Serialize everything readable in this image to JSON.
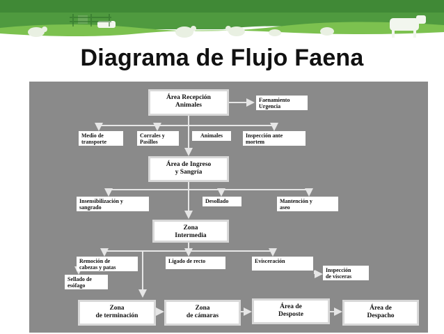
{
  "title": "Diagrama de Flujo Faena",
  "colors": {
    "banner_green": "#3a8a3a",
    "banner_light": "#6ab04c",
    "panel_gray": "#8a8a8a",
    "arrow": "#e6e6e6"
  },
  "nodes": {
    "recepcion": "Área Recepción\nAnimales",
    "faenamiento": "Faenamiento\nUrgencia",
    "medio": "Medio de\ntransporte",
    "corrales": "Corrales y\nPasillos",
    "animales": "Animales",
    "inspeccion_ante": "Inspección ante\nmortem",
    "ingreso": "Área de Ingreso\ny Sangría",
    "insensibilizacion": "Insensibilización y\nsangrado",
    "desollado": "Desollado",
    "mantencion": "Mantención y\naseo",
    "intermedia": "Zona\nIntermedia",
    "remocion": "Remoción de\ncabezas y patas",
    "ligado": "Ligado de recto",
    "evisceracion": "Evisceración",
    "sellado": "Sellado de\nesófago",
    "inspeccion_visceras": "Inspección\nde vísceras",
    "terminacion": "Zona\nde terminación",
    "camaras": "Zona\nde cámaras",
    "desposte": "Área de\nDesposte",
    "despacho": "Área de\nDespacho"
  }
}
